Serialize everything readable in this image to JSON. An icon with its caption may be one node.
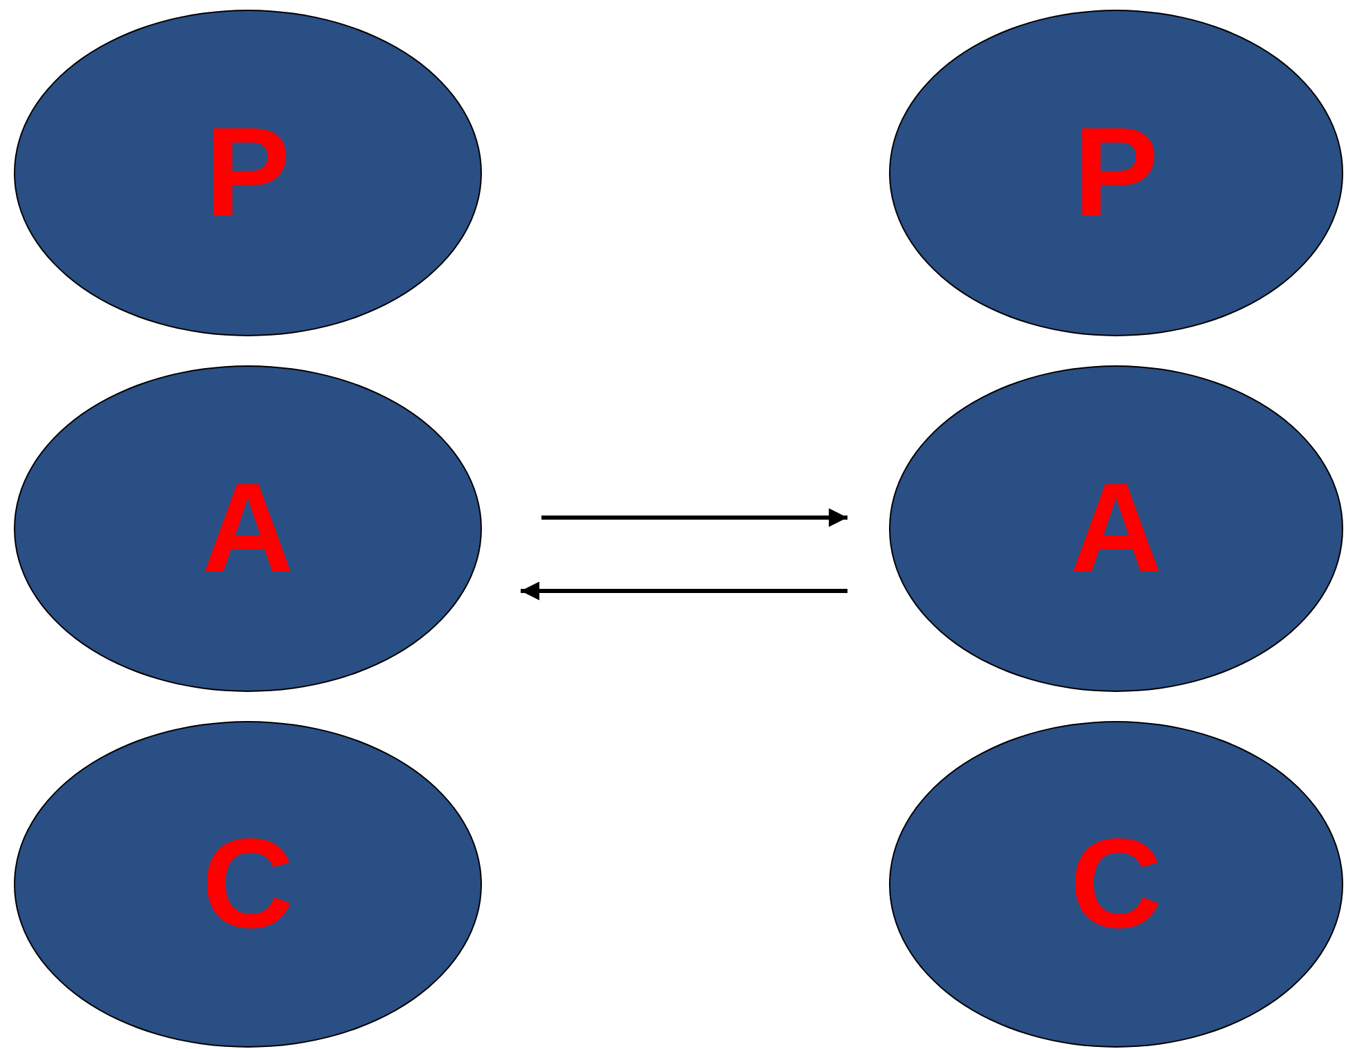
{
  "diagram": {
    "nodes": [
      {
        "text": [
          "P"
        ]
      },
      {
        "text": [
          "A"
        ]
      },
      {
        "text": [
          "C"
        ]
      },
      {
        "text": [
          "P"
        ]
      },
      {
        "text": [
          "A"
        ]
      },
      {
        "text": [
          "C"
        ]
      }
    ],
    "edges": [
      {
        "from": 1,
        "to": 4,
        "arrow": "to"
      },
      {
        "from": 4,
        "to": 1,
        "arrow": "to"
      }
    ]
  }
}
